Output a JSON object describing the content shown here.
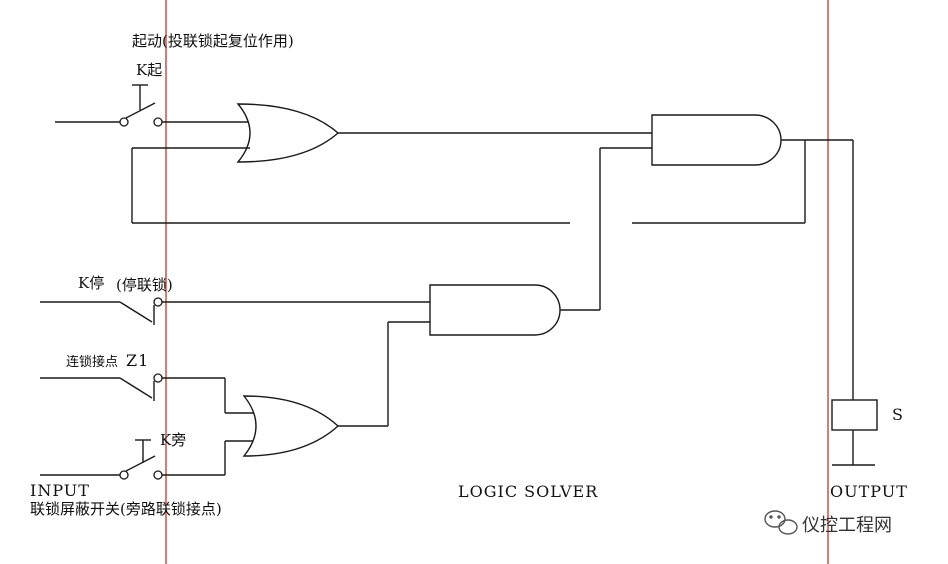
{
  "labels": {
    "start": "起动(投联锁起复位作用)",
    "k_start": "K起",
    "k_stop": "K停",
    "stop_note": "(停联锁)",
    "interlock_contact": "连锁接点",
    "z1": "Z1",
    "k_bypass": "K旁",
    "input": "INPUT",
    "bypass_switch": "联锁屏蔽开关(旁路联锁接点)",
    "logic_solver": "LOGIC SOLVER",
    "output": "OUTPUT",
    "s": "S"
  },
  "watermark": {
    "icon": "wechat-icon",
    "text": "仪控工程网"
  },
  "colors": {
    "ink": "#1a1a1a",
    "divider": "#c0392b"
  }
}
